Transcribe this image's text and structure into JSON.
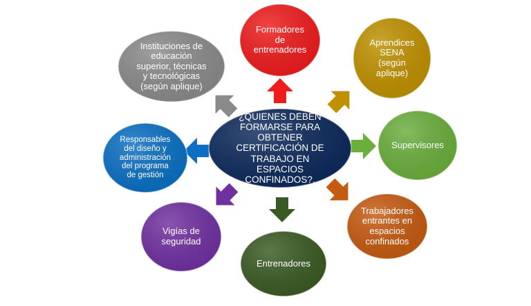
{
  "center": {
    "text": "¿QUIENES DEBEN\nFORMARSE PARA\nOBTENER\nCERTIFICACIÓN DE\nTRABAJO EN\nESPACIOS\nCONFINADOS?.",
    "color": "#0d2a5c"
  },
  "nodes": [
    {
      "id": "formadores",
      "text": "Formadores\nde\nentrenadores",
      "color": "#ee1c1c"
    },
    {
      "id": "aprendices",
      "text": "Aprendices\nSENA\n(según\naplique)",
      "color": "#bf9000"
    },
    {
      "id": "supervisores",
      "text": "Supervisores",
      "color": "#6aae3c"
    },
    {
      "id": "trabajadores",
      "text": "Trabajadores\nentrantes en\nespacios\nconfinados",
      "color": "#c55a11"
    },
    {
      "id": "entrenadores",
      "text": "Entrenadores",
      "color": "#3a5a23"
    },
    {
      "id": "vigias",
      "text": "Vigías de\nseguridad",
      "color": "#7030a0"
    },
    {
      "id": "responsables",
      "text": "Responsables\ndel diseño y\nadministración\ndel programa\nde gestión",
      "color": "#0a6fc2"
    },
    {
      "id": "instituciones",
      "text": "Instituciones de\neducación\nsuperior, técnicas\ny tecnológicas\n(según aplique)",
      "color": "#8a8a8a"
    }
  ]
}
